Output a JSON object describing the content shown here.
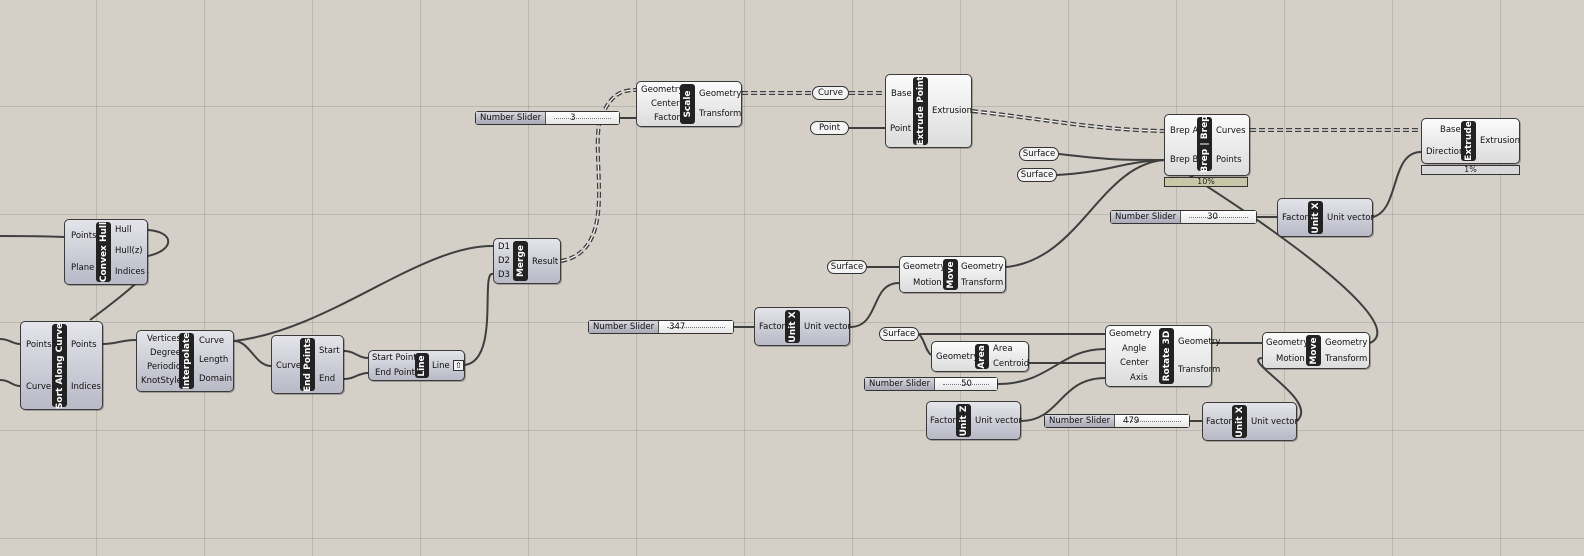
{
  "canvas": {
    "background_color": "#d4d0c8",
    "grid_color": "#bdbab3"
  },
  "components": {
    "convex_hull": {
      "name": "Convex Hull",
      "inputs": [
        "Points",
        "Plane"
      ],
      "outputs": [
        "Hull",
        "Hull(z)",
        "Indices"
      ]
    },
    "sort_along_curve": {
      "name": "Sort Along Curve",
      "inputs": [
        "Points",
        "Curve"
      ],
      "outputs": [
        "Points",
        "Indices"
      ]
    },
    "interpolate": {
      "name": "Interpolate",
      "inputs": [
        "Vertices",
        "Degree",
        "Periodic",
        "KnotStyle"
      ],
      "outputs": [
        "Curve",
        "Length",
        "Domain"
      ]
    },
    "end_points": {
      "name": "End Points",
      "inputs": [
        "Curve"
      ],
      "outputs": [
        "Start",
        "End"
      ]
    },
    "line": {
      "name": "Line",
      "inputs": [
        "Start Point",
        "End Point"
      ],
      "outputs": [
        "Line"
      ]
    },
    "merge": {
      "name": "Merge",
      "inputs": [
        "D1",
        "D2",
        "D3"
      ],
      "outputs": [
        "Result"
      ]
    },
    "scale": {
      "name": "Scale",
      "inputs": [
        "Geometry",
        "Center",
        "Factor"
      ],
      "outputs": [
        "Geometry",
        "Transform"
      ]
    },
    "extrude_point": {
      "name": "Extrude Point",
      "inputs": [
        "Base",
        "Point"
      ],
      "outputs": [
        "Extrusion"
      ]
    },
    "brep_brep": {
      "name": "Brep | Brep",
      "inputs": [
        "Brep A",
        "Brep B"
      ],
      "outputs": [
        "Curves",
        "Points"
      ],
      "progress": "10%"
    },
    "extrude": {
      "name": "Extrude",
      "inputs": [
        "Base",
        "Direction"
      ],
      "outputs": [
        "Extrusion"
      ],
      "progress": "1%"
    },
    "unit_x_top": {
      "name": "Unit X",
      "inputs": [
        "Factor"
      ],
      "outputs": [
        "Unit vector"
      ]
    },
    "move_top": {
      "name": "Move",
      "inputs": [
        "Geometry",
        "Motion"
      ],
      "outputs": [
        "Geometry",
        "Transform"
      ]
    },
    "unit_x_mid": {
      "name": "Unit X",
      "inputs": [
        "Factor"
      ],
      "outputs": [
        "Unit vector"
      ]
    },
    "area": {
      "name": "Area",
      "inputs": [
        "Geometry"
      ],
      "outputs": [
        "Area",
        "Centroid"
      ]
    },
    "rotate_3d": {
      "name": "Rotate 3D",
      "inputs": [
        "Geometry",
        "Angle",
        "Center",
        "Axis"
      ],
      "outputs": [
        "Geometry",
        "Transform"
      ]
    },
    "move_right": {
      "name": "Move",
      "inputs": [
        "Geometry",
        "Motion"
      ],
      "outputs": [
        "Geometry",
        "Transform"
      ]
    },
    "unit_z": {
      "name": "Unit Z",
      "inputs": [
        "Factor"
      ],
      "outputs": [
        "Unit vector"
      ]
    },
    "unit_x_bottom": {
      "name": "Unit X",
      "inputs": [
        "Factor"
      ],
      "outputs": [
        "Unit vector"
      ]
    }
  },
  "params": {
    "curve": "Curve",
    "point": "Point",
    "surface1": "Surface",
    "surface2": "Surface",
    "surface3": "Surface",
    "surface4": "Surface"
  },
  "sliders": {
    "scale_factor": {
      "label": "Number Slider",
      "value": "3"
    },
    "brep_slider": {
      "label": "Number Slider",
      "value": "30"
    },
    "unitx_slider": {
      "label": "Number Slider",
      "value": "347"
    },
    "angle_slider": {
      "label": "Number Slider",
      "value": "50"
    },
    "move_slider": {
      "label": "Number Slider",
      "value": "479"
    }
  },
  "line_button_icon": "upload-arrow-icon"
}
